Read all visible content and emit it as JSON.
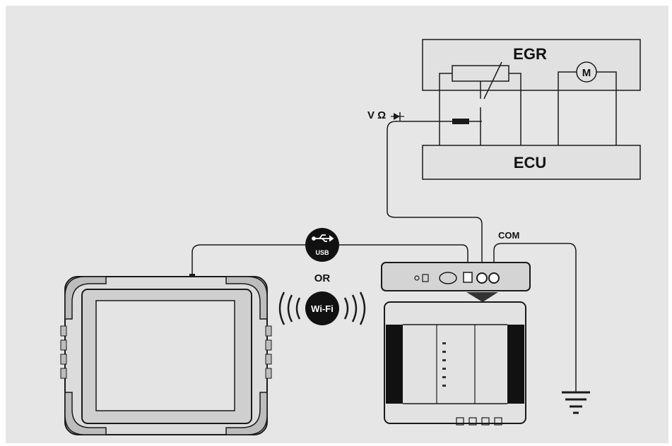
{
  "labels": {
    "egr": "EGR",
    "ecu": "ECU",
    "motor": "M",
    "meter_mode": "V Ω",
    "com": "COM",
    "usb": "USB",
    "or": "OR",
    "wifi": "Wi-Fi"
  },
  "colors": {
    "background": "#e6e6e6",
    "box_fill": "#e1e1e1",
    "line": "#1a1a1a",
    "badge": "#111111"
  }
}
